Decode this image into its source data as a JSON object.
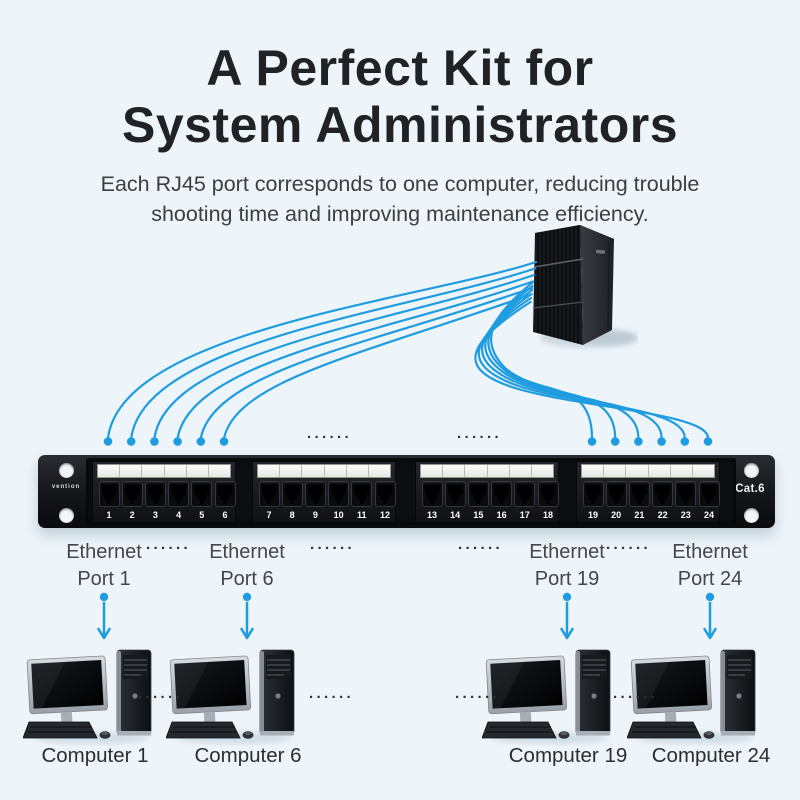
{
  "colors": {
    "background": "#eef5fa",
    "accent": "#1f9ce0",
    "panel_black": "#141519",
    "title_text": "#202225",
    "body_text": "#43464a"
  },
  "header": {
    "title_line1": "A Perfect Kit for",
    "title_line2": "System Administrators",
    "subtitle_line1": "Each RJ45 port corresponds to one computer, reducing trouble",
    "subtitle_line2": "shooting time and improving maintenance efficiency."
  },
  "ellipsis": "······",
  "panel": {
    "brand": "vention",
    "category_label": "Cat.6",
    "groups": [
      {
        "ports": [
          "1",
          "2",
          "3",
          "4",
          "5",
          "6"
        ]
      },
      {
        "ports": [
          "7",
          "8",
          "9",
          "10",
          "11",
          "12"
        ]
      },
      {
        "ports": [
          "13",
          "14",
          "15",
          "16",
          "17",
          "18"
        ]
      },
      {
        "ports": [
          "19",
          "20",
          "21",
          "22",
          "23",
          "24"
        ]
      }
    ]
  },
  "port_labels": [
    {
      "line1": "Ethernet",
      "line2": "Port 1"
    },
    {
      "line1": "Ethernet",
      "line2": "Port 6"
    },
    {
      "line1": "Ethernet",
      "line2": "Port 19"
    },
    {
      "line1": "Ethernet",
      "line2": "Port 24"
    }
  ],
  "computers": [
    {
      "label": "Computer 1"
    },
    {
      "label": "Computer 6"
    },
    {
      "label": "Computer 19"
    },
    {
      "label": "Computer 24"
    }
  ]
}
